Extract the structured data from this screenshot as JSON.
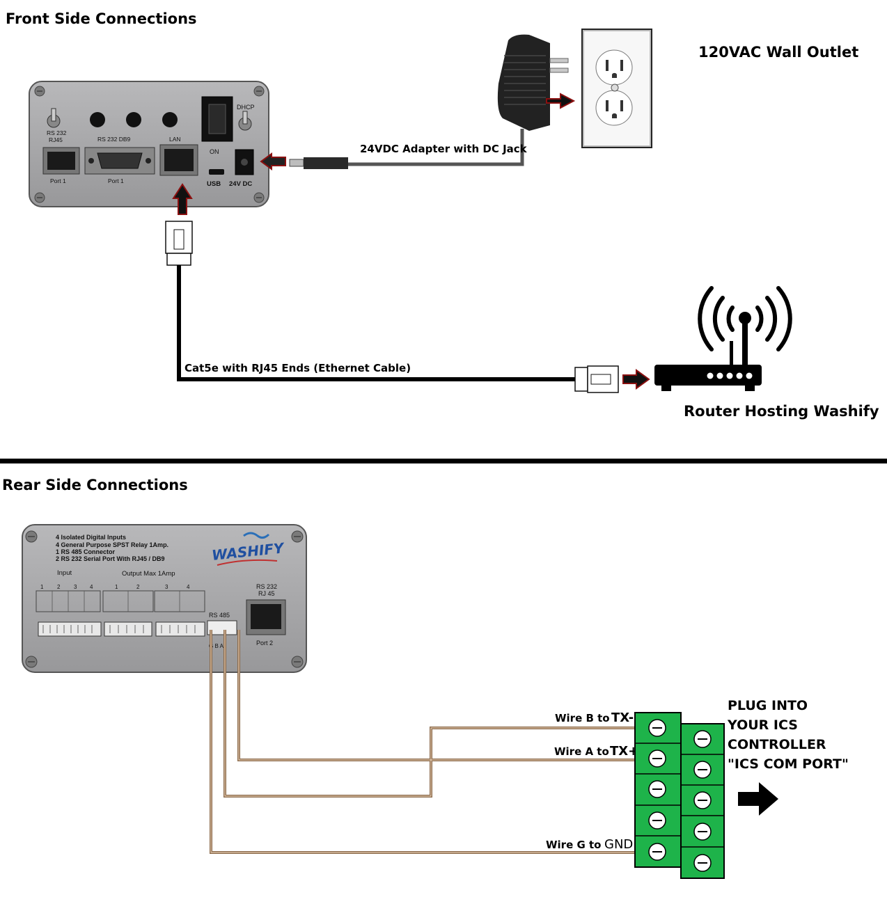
{
  "front": {
    "heading": "Front Side Connections",
    "outlet_label": "120VAC Wall Outlet",
    "adapter_label": "24VDC Adapter with DC Jack",
    "cable_label": "Cat5e with RJ45 Ends (Ethernet Cable)",
    "router_label": "Router Hosting Washify",
    "panel": {
      "rs232_rj45": "RS 232\nRJ45",
      "rs232_db9": "RS 232 DB9",
      "lan": "LAN",
      "dhcp": "DHCP",
      "on": "ON",
      "usb": "USB",
      "dc": "24V DC",
      "port1a": "Port 1",
      "port1b": "Port 1"
    }
  },
  "rear": {
    "heading": "Rear Side Connections",
    "panel": {
      "spec_lines": [
        "4 Isolated Digital Inputs",
        "4 General Purpose SPST Relay 1Amp.",
        "1 RS 485 Connector",
        "2 RS 232 Serial Port With RJ45 / DB9"
      ],
      "logo": "WASHIFY",
      "input_label": "Input",
      "output_label": "Output Max 1Amp",
      "rs485": "RS 485",
      "gba": "G B A",
      "rs232_rj45": "RS 232\nRJ 45",
      "port2": "Port 2"
    },
    "wires": [
      {
        "name": "wire-b",
        "label": "Wire B to",
        "target": "TX-"
      },
      {
        "name": "wire-a",
        "label": "Wire A to",
        "target": "TX+"
      },
      {
        "name": "wire-g",
        "label": "Wire G to",
        "target": "GND"
      }
    ],
    "plug_note": [
      "PLUG INTO",
      "YOUR ICS",
      "CONTROLLER",
      "\"ICS COM PORT\""
    ]
  },
  "colors": {
    "wire_brown": "#8b6a4a",
    "cable_gray": "#3a3a3a",
    "terminal_green": "#1eb34a",
    "panel_gray": "#a9a9ab",
    "arrow_red": "#8b1010"
  }
}
